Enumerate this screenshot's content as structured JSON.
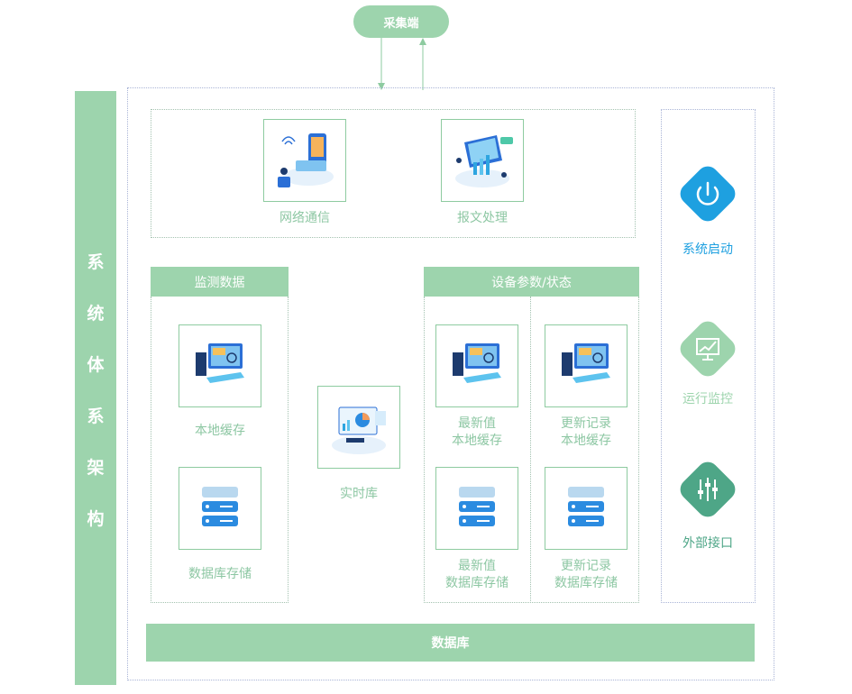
{
  "top_node": "采集端",
  "side_title_chars": [
    "系",
    "统",
    "体",
    "系",
    "架",
    "构"
  ],
  "top_section": {
    "items": [
      {
        "label": "网络通信",
        "icon": "network-communication-icon"
      },
      {
        "label": "报文处理",
        "icon": "message-processing-icon"
      }
    ]
  },
  "monitor_group": {
    "header": "监测数据",
    "items": [
      {
        "label": "本地缓存",
        "icon": "computer-icon"
      },
      {
        "label": "数据库存储",
        "icon": "server-icon"
      }
    ]
  },
  "realtime": {
    "label": "实时库",
    "icon": "analytics-dashboard-icon"
  },
  "device_group": {
    "header": "设备参数/状态",
    "items": [
      {
        "line1": "最新值",
        "line2": "本地缓存",
        "icon": "computer-icon"
      },
      {
        "line1": "更新记录",
        "line2": "本地缓存",
        "icon": "computer-icon"
      },
      {
        "line1": "最新值",
        "line2": "数据库存储",
        "icon": "server-icon"
      },
      {
        "line1": "更新记录",
        "line2": "数据库存储",
        "icon": "server-icon"
      }
    ]
  },
  "right_panel": [
    {
      "label": "系统启动",
      "icon": "power-icon",
      "color": "#1ea0e0"
    },
    {
      "label": "运行监控",
      "icon": "monitor-chart-icon",
      "color": "#9dd4ad"
    },
    {
      "label": "外部接口",
      "icon": "sliders-icon",
      "color": "#4ea687"
    }
  ],
  "bottom_bar": "数据库",
  "colors": {
    "green": "#9dd4ad",
    "label_green": "#8dc7a3",
    "blue": "#1ea0e0",
    "dark_green": "#4ea687"
  }
}
